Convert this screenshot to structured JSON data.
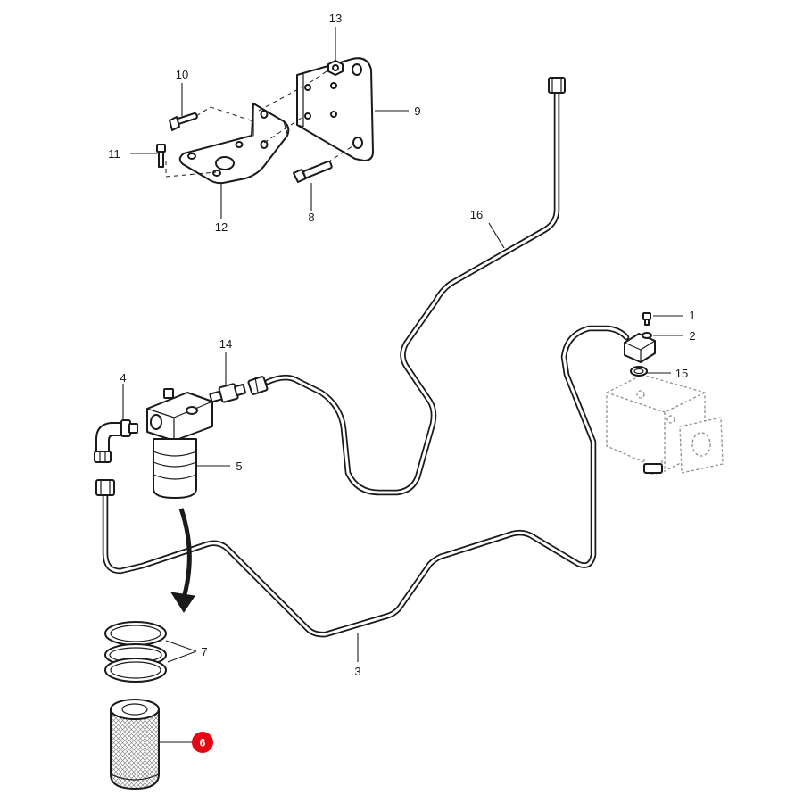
{
  "labels": {
    "p1": "1",
    "p2": "2",
    "p3": "3",
    "p4": "4",
    "p5": "5",
    "p6": "6",
    "p7": "7",
    "p8": "8",
    "p9": "9",
    "p10": "10",
    "p11": "11",
    "p12": "12",
    "p13": "13",
    "p14": "14",
    "p15": "15",
    "p16": "16"
  },
  "highlight_color": "#e30613",
  "highlighted_part": "6"
}
